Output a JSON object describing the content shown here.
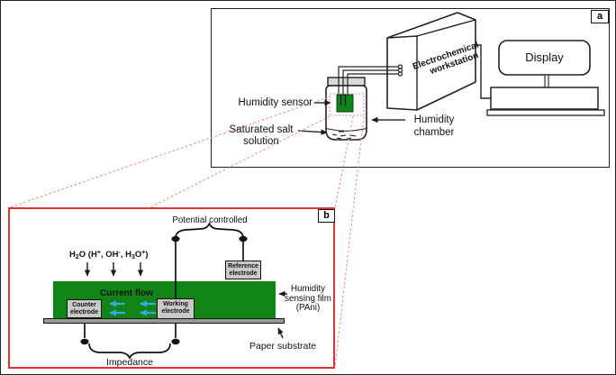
{
  "panel_a": {
    "tag": "a",
    "workstation_line1": "Electrochemical",
    "workstation_line2": "workstation",
    "display_label": "Display",
    "humidity_sensor_label": "Humidity sensor",
    "saturated_salt_line1": "Saturated salt",
    "saturated_salt_line2": "solution",
    "humidity_chamber_line1": "Humidity",
    "humidity_chamber_line2": "chamber"
  },
  "panel_b": {
    "tag": "b",
    "potential_controlled_label": "Potential controlled",
    "h2o_label": {
      "seg1": "H",
      "sub1": "2",
      "seg2": "O (H",
      "sup1": "+",
      "seg3": ", OH",
      "sup2": "-",
      "seg4": ", H",
      "sub2": "3",
      "seg5": "O",
      "sup3": "+",
      "seg6": ")"
    },
    "current_flow_label": "Current flow",
    "counter_electrode_line1": "Counter",
    "counter_electrode_line2": "electrode",
    "working_electrode_line1": "Working",
    "working_electrode_line2": "electrode",
    "reference_electrode_line1": "Reference",
    "reference_electrode_line2": "electrode",
    "film_label_line1": "Humidity",
    "film_label_line2": "sensing film",
    "film_label_line3": "(PAni)",
    "paper_substrate_label": "Paper substrate",
    "impedance_label": "Impedance"
  },
  "colors": {
    "sensing_film_green": "#118418",
    "electrode_gray": "#c9c9c9",
    "substrate_gray": "#999999",
    "jar_lid_gray": "#d9d9d9",
    "panel_b_border_red": "#e03232",
    "zoom_line_red": "#f08a8a",
    "current_arrow_cyan": "#35aadc",
    "line_black": "#1a1a1a"
  }
}
